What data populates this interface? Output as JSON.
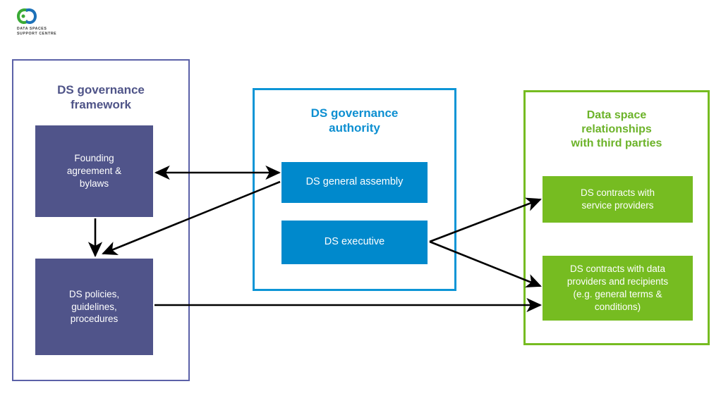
{
  "logo": {
    "name": "data-spaces-support-centre-logo",
    "line1": "DATA SPACES",
    "line2": "SUPPORT CENTRE",
    "mark_green": "#3aaa35",
    "mark_blue": "#1d71b8"
  },
  "colors": {
    "purple_fill": "#50548a",
    "purple_border": "#5b61a8",
    "purple_title": "#4f5488",
    "blue_fill": "#0089cc",
    "blue_border": "#0d95d6",
    "blue_title": "#0d8fd1",
    "green_fill": "#76bc21",
    "green_border": "#76bc21",
    "green_title": "#6cb329",
    "arrow": "#000000",
    "background": "#ffffff"
  },
  "groups": [
    {
      "id": "ds-governance-framework",
      "title": "DS governance\nframework",
      "nodes": [
        {
          "id": "founding-agreement-bylaws",
          "label": "Founding\nagreement &\nbylaws"
        },
        {
          "id": "ds-policies-guidelines-procedures",
          "label": "DS policies,\nguidelines,\nprocedures"
        }
      ]
    },
    {
      "id": "ds-governance-authority",
      "title": "DS governance\nauthority",
      "nodes": [
        {
          "id": "ds-general-assembly",
          "label": "DS general assembly"
        },
        {
          "id": "ds-executive",
          "label": "DS executive"
        }
      ]
    },
    {
      "id": "data-space-relationships",
      "title": "Data space\nrelationships\nwith third parties",
      "nodes": [
        {
          "id": "ds-contracts-service-providers",
          "label": "DS contracts with\nservice providers"
        },
        {
          "id": "ds-contracts-data-providers",
          "label": "DS contracts with data\nproviders and recipients\n(e.g. general terms &\nconditions)"
        }
      ]
    }
  ],
  "connections": [
    {
      "id": "assembly-to-founding",
      "from": "ds-general-assembly",
      "to": "founding-agreement-bylaws",
      "style": "double-headed"
    },
    {
      "id": "founding-to-policies",
      "from": "founding-agreement-bylaws",
      "to": "ds-policies-guidelines-procedures",
      "style": "single-headed"
    },
    {
      "id": "assembly-to-policies",
      "from": "ds-general-assembly",
      "to": "ds-policies-guidelines-procedures",
      "style": "single-headed"
    },
    {
      "id": "executive-to-service-contracts",
      "from": "ds-executive",
      "to": "ds-contracts-service-providers",
      "style": "single-headed"
    },
    {
      "id": "executive-to-data-contracts",
      "from": "ds-executive",
      "to": "ds-contracts-data-providers",
      "style": "single-headed"
    },
    {
      "id": "policies-to-data-contracts",
      "from": "ds-policies-guidelines-procedures",
      "to": "ds-contracts-data-providers",
      "style": "single-headed"
    }
  ]
}
